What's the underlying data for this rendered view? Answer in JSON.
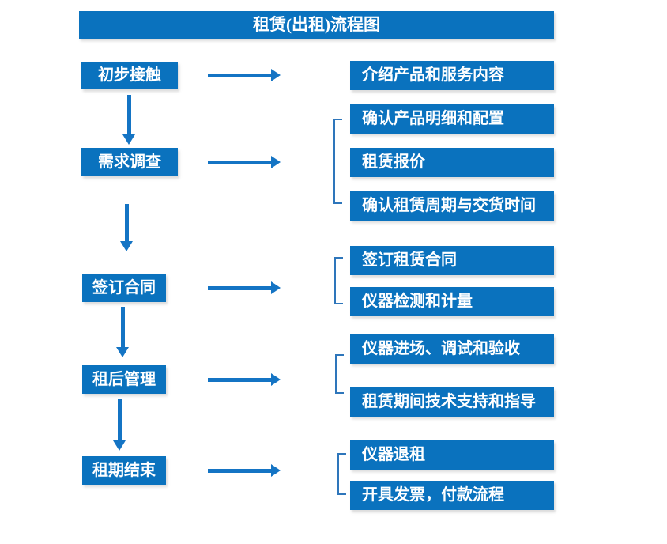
{
  "title": "租赁(出租)流程图",
  "colors": {
    "primary": "#0a72be",
    "arrow": "#1474c4",
    "bracket": "#2e76bb"
  },
  "steps": [
    {
      "label": "初步接触",
      "outputs": [
        "介绍产品和服务内容"
      ]
    },
    {
      "label": "需求调查",
      "outputs": [
        "确认产品明细和配置",
        "租赁报价",
        "确认租赁周期与交货时间"
      ]
    },
    {
      "label": "签订合同",
      "outputs": [
        "签订租赁合同",
        "仪器检测和计量"
      ]
    },
    {
      "label": "租后管理",
      "outputs": [
        "仪器进场、调试和验收",
        "租赁期间技术支持和指导"
      ]
    },
    {
      "label": "租期结束",
      "outputs": [
        "仪器退租",
        "开具发票，付款流程"
      ]
    }
  ]
}
